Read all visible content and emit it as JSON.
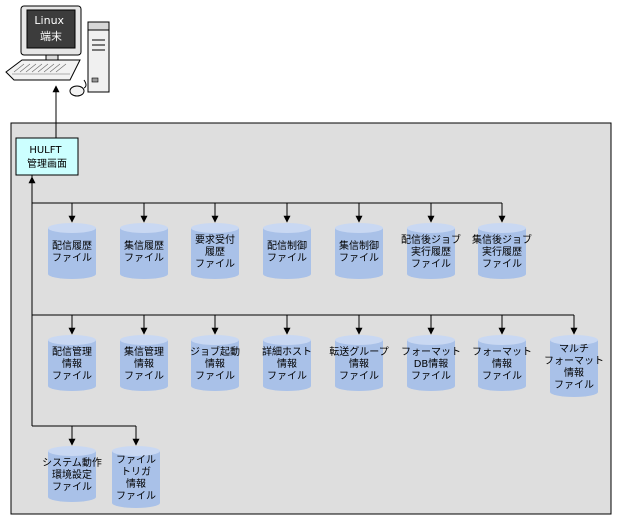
{
  "terminal": {
    "label_lines": [
      "Linux",
      "端末"
    ]
  },
  "hulft_box": {
    "label_lines": [
      "HULFT",
      "管理画面"
    ]
  },
  "colors": {
    "panel_fill": "#dedede",
    "hulft_fill": "#ccffff",
    "cylinder_fill": "#a9c1e8",
    "cylinder_top": "#c9d8f2",
    "line": "#000000",
    "screen": "#3c3c3c"
  },
  "row1_files": [
    {
      "lines": [
        "配信履歴",
        "ファイル"
      ]
    },
    {
      "lines": [
        "集信履歴",
        "ファイル"
      ]
    },
    {
      "lines": [
        "要求受付",
        "履歴",
        "ファイル"
      ]
    },
    {
      "lines": [
        "配信制御",
        "ファイル"
      ]
    },
    {
      "lines": [
        "集信制御",
        "ファイル"
      ]
    },
    {
      "lines": [
        "配信後ジョブ",
        "実行履歴",
        "ファイル"
      ]
    },
    {
      "lines": [
        "集信後ジョブ",
        "実行履歴",
        "ファイル"
      ]
    }
  ],
  "row2_files": [
    {
      "lines": [
        "配信管理",
        "情報",
        "ファイル"
      ]
    },
    {
      "lines": [
        "集信管理",
        "情報",
        "ファイル"
      ]
    },
    {
      "lines": [
        "ジョブ起動",
        "情報",
        "ファイル"
      ]
    },
    {
      "lines": [
        "詳細ホスト",
        "情報",
        "ファイル"
      ]
    },
    {
      "lines": [
        "転送グループ",
        "情報",
        "ファイル"
      ]
    },
    {
      "lines": [
        "フォーマット",
        "DB情報",
        "ファイル"
      ]
    },
    {
      "lines": [
        "フォーマット",
        "情報",
        "ファイル"
      ]
    },
    {
      "lines": [
        "マルチ",
        "フォーマット",
        "情報",
        "ファイル"
      ]
    }
  ],
  "row3_files": [
    {
      "lines": [
        "システム動作",
        "環境設定",
        "ファイル"
      ]
    },
    {
      "lines": [
        "ファイル",
        "トリガ",
        "情報",
        "ファイル"
      ]
    }
  ]
}
